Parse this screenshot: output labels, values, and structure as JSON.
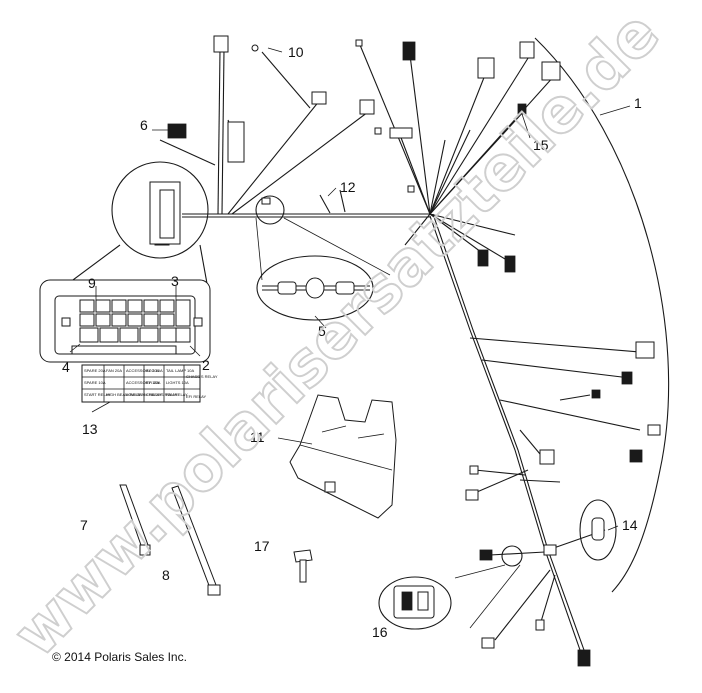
{
  "callouts": {
    "c1": "1",
    "c2": "2",
    "c3": "3",
    "c4": "4",
    "c5": "5",
    "c6": "6",
    "c7": "7",
    "c8": "8",
    "c9": "9",
    "c10": "10",
    "c11": "11",
    "c12": "12",
    "c13": "13",
    "c14": "14",
    "c15": "15",
    "c16": "16",
    "c17": "17"
  },
  "fuse_panel": {
    "row1": [
      "SPARE 20A",
      "FAN 20A",
      "ACCESSORY 30A",
      "ACC 10A",
      "TAIL LAMP 10A"
    ],
    "row2": [
      "SPARE 10A",
      "",
      "ACCESSORY 10A",
      "EFI 20A",
      "LIGHTS 10A"
    ],
    "row3": [
      "START RELAY",
      "HIGH BEAM RELAY",
      "LOW BEAM RELAY",
      "CHASSIS RELAY",
      "FAN RELAY"
    ],
    "side": "CHASSIS RELAY",
    "corner": "EFI RELAY"
  },
  "copyright": "© 2014 Polaris Sales Inc.",
  "watermark": "www.polarisersatzteile.de",
  "colors": {
    "line": "#1a1a1a",
    "watermark": "#cfcfcf",
    "background": "#ffffff"
  }
}
